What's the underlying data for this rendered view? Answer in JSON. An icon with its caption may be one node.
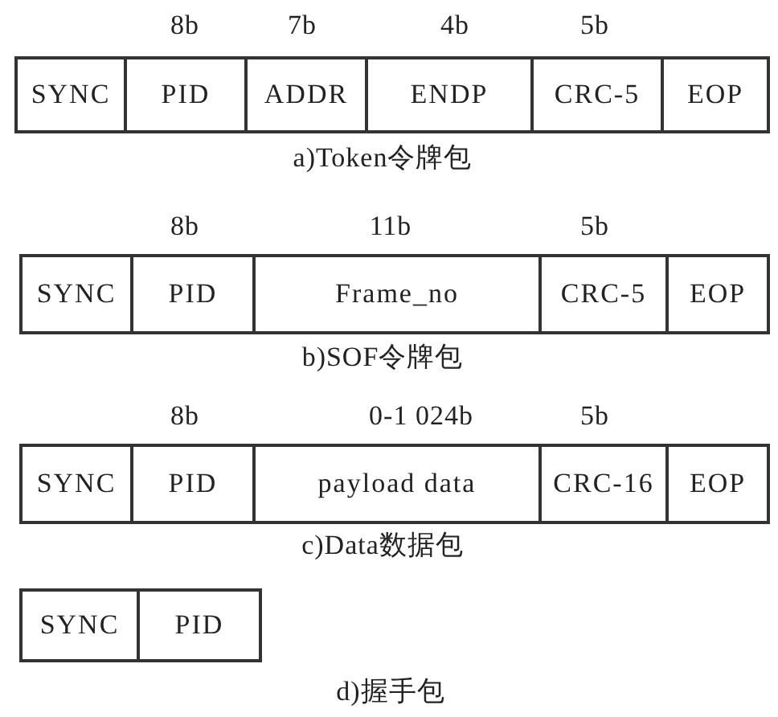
{
  "diagram": {
    "nodes": [
      {
        "text": [
          "SYNC"
        ]
      },
      {
        "text": [
          "PID"
        ]
      },
      {
        "text": [
          "ADDR"
        ]
      },
      {
        "text": [
          "ENDP"
        ]
      },
      {
        "text": [
          "CRC-5"
        ]
      },
      {
        "text": [
          "EOP"
        ]
      },
      {
        "text": [
          "SYNC"
        ]
      },
      {
        "text": [
          "PID"
        ]
      },
      {
        "text": [
          "Frame_no"
        ]
      },
      {
        "text": [
          "CRC-5"
        ]
      },
      {
        "text": [
          "EOP"
        ]
      },
      {
        "text": [
          "SYNC"
        ]
      },
      {
        "text": [
          "PID"
        ]
      },
      {
        "text": [
          "payload data"
        ]
      },
      {
        "text": [
          "CRC-16"
        ]
      },
      {
        "text": [
          "EOP"
        ]
      },
      {
        "text": [
          "SYNC"
        ]
      },
      {
        "text": [
          "PID"
        ]
      }
    ],
    "edges": [],
    "labels": [
      "8b",
      "7b",
      "4b",
      "5b",
      "a)Token令牌包",
      "8b",
      "11b",
      "5b",
      "b)SOF令牌包",
      "8b",
      "0-1 024b",
      "5b",
      "c)Data数据包",
      "d)握手包"
    ]
  }
}
